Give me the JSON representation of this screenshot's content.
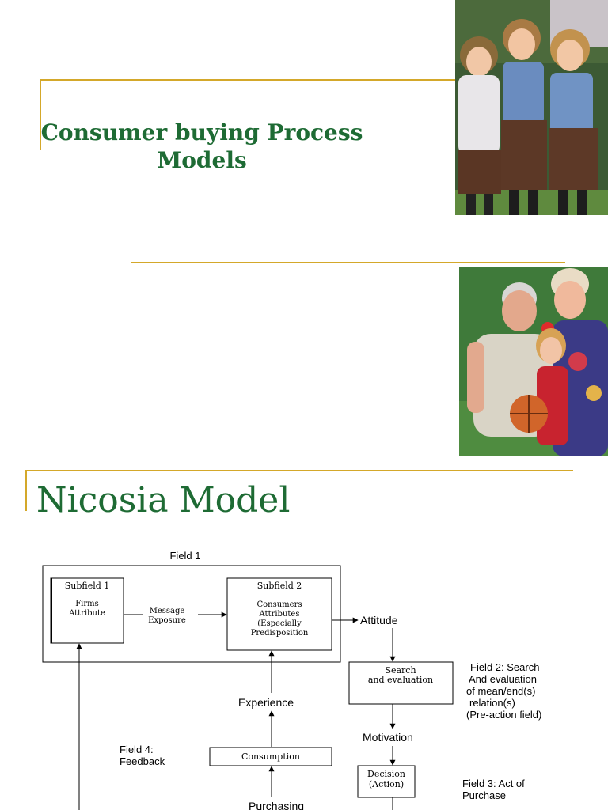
{
  "slide1": {
    "title_line1": "Consumer buying Process",
    "title_line2": "Models"
  },
  "slide3": {
    "title": "Nicosia Model",
    "diagram": {
      "field1": "Field 1",
      "subfield1_title": "Subfield 1",
      "subfield1_line1": "Firms",
      "subfield1_line2": "Attribute",
      "message_line1": "Message",
      "message_line2": "Exposure",
      "subfield2_title": "Subfield 2",
      "subfield2_line1": "Consumers",
      "subfield2_line2": "Attributes",
      "subfield2_line3": "(Especially",
      "subfield2_line4": "Predisposition",
      "attitude": "Attitude",
      "search_line1": "Search",
      "search_line2": "and evaluation",
      "field2_line1": "Field 2: Search",
      "field2_line2": "And evaluation",
      "field2_line3": "of mean/end(s)",
      "field2_line4": "relation(s)",
      "field2_line5": "(Pre-action field)",
      "experience": "Experience",
      "motivation": "Motivation",
      "field4_line1": "Field 4:",
      "field4_line2": "Feedback",
      "consumption": "Consumption",
      "decision_line1": "Decision",
      "decision_line2": "(Action)",
      "field3_line1": "Field 3: Act of",
      "field3_line2": "Purchase",
      "purchasing": "Purchasing"
    }
  }
}
